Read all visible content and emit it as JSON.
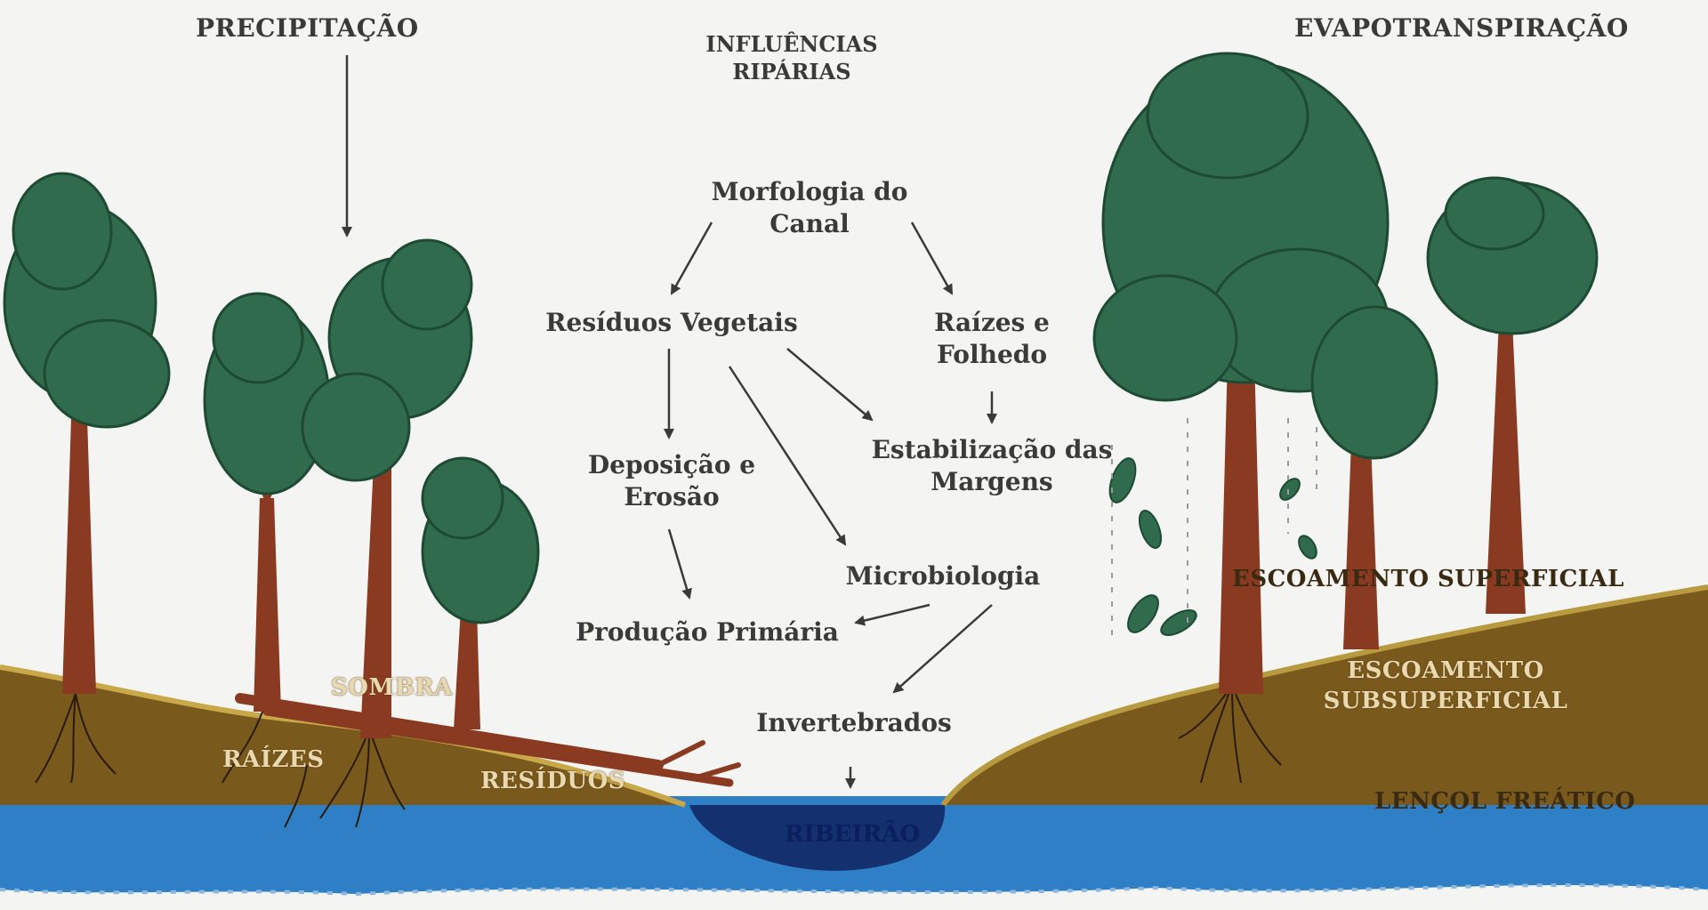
{
  "labels": {
    "precipitacao": "PRECIPITAÇÃO",
    "influencias_line1": "INFLUÊNCIAS",
    "influencias_line2": "RIPÁRIAS",
    "evapotranspiracao": "EVAPOTRANSPIRAÇÃO"
  },
  "nodes": {
    "morfologia_line1": "Morfologia do",
    "morfologia_line2": "Canal",
    "residuos_vegetais": "Resíduos Vegetais",
    "raizes_folhedo_line1": "Raízes e",
    "raizes_folhedo_line2": "Folhedo",
    "deposicao_line1": "Deposição e",
    "deposicao_line2": "Erosão",
    "estabilizacao_line1": "Estabilização das",
    "estabilizacao_line2": "Margens",
    "microbiologia": "Microbiologia",
    "producao_primaria": "Produção Primária",
    "invertebrados": "Invertebrados"
  },
  "scene_labels": {
    "sombra": "SOMBRA",
    "raizes": "RAÍZES",
    "residuos": "RESÍDUOS",
    "ribeirao": "RIBEIRÃO",
    "escoamento_superficial": "ESCOAMENTO SUPERFICIAL",
    "escoamento_subsuperficial_line1": "ESCOAMENTO",
    "escoamento_subsuperficial_line2": "SUBSUPERFICIAL",
    "lencol_freatico": "LENÇOL FREÁTICO"
  },
  "colors": {
    "background": "#f4f4f2",
    "foliage": "#2f6b4c",
    "trunk": "#8b3a22",
    "soil": "#7a5a1c",
    "water": "#2f7fc6",
    "stream": "#14306e",
    "text": "#3a3a3a"
  }
}
